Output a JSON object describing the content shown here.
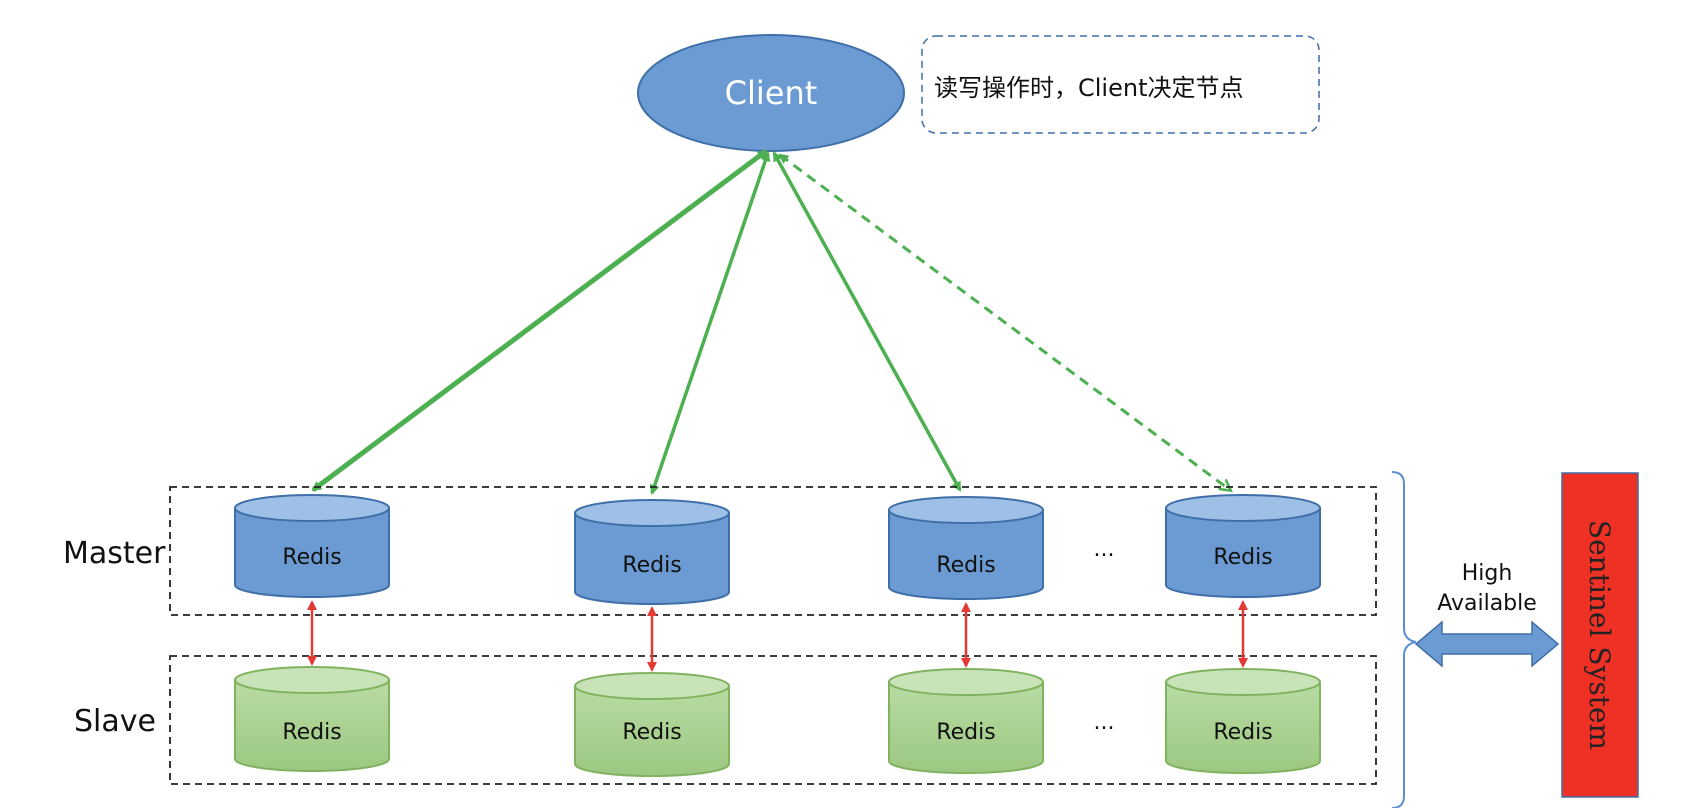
{
  "client": {
    "label": "Client"
  },
  "note": {
    "text": "读写操作时，Client决定节点"
  },
  "rows": {
    "master": {
      "label": "Master"
    },
    "slave": {
      "label": "Slave"
    }
  },
  "nodes": {
    "master": [
      "Redis",
      "Redis",
      "Redis",
      "Redis"
    ],
    "slave": [
      "Redis",
      "Redis",
      "Redis",
      "Redis"
    ]
  },
  "ellipsis": {
    "master": "...",
    "slave": "..."
  },
  "ha": {
    "line1": "High",
    "line2": "Available"
  },
  "sentinel": {
    "label": "Sentinel System"
  },
  "colors": {
    "client_fill": "#6b9bd2",
    "master_fill": "#6b9bd2",
    "master_top": "#9ec0e6",
    "slave_fill": "#a9cf8f",
    "slave_top": "#c9e3b8",
    "green_arrow": "#4caf50",
    "red_arrow": "#e53935",
    "sentinel_fill": "#ee3124",
    "bracket": "#5b8fd6",
    "ha_arrow": "#6b9bd2"
  }
}
